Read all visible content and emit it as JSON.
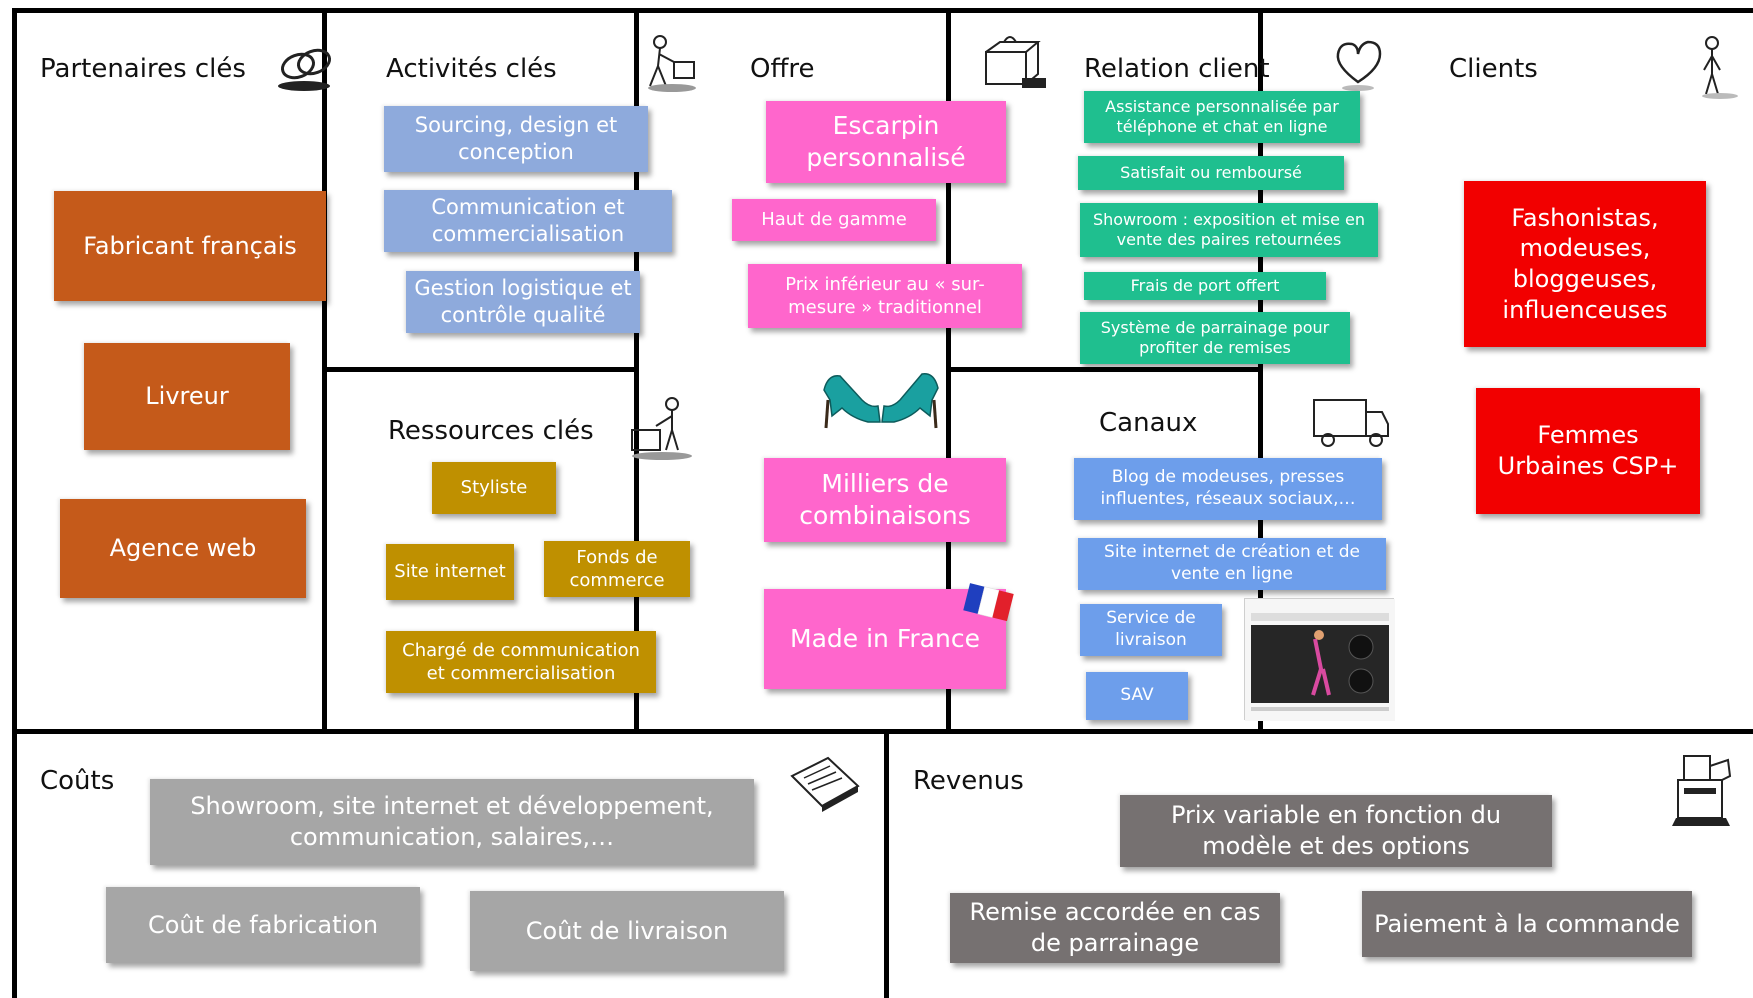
{
  "sections": {
    "partenaires": {
      "title": "Partenaires clés",
      "icon": "linked-rings-icon",
      "items": [
        "Fabricant français",
        "Livreur",
        "Agence web"
      ]
    },
    "activites": {
      "title": "Activités clés",
      "icon": "worker-pushing-icon",
      "items": [
        "Sourcing, design et conception",
        "Communication et commercialisation",
        "Gestion logistique et contrôle qualité"
      ]
    },
    "ressources": {
      "title": "Ressources  clés",
      "icon": "worker-cart-icon",
      "items": [
        "Styliste",
        "Site internet",
        "Fonds de commerce",
        "Chargé de communication et commercialisation"
      ]
    },
    "offre": {
      "title": "Offre",
      "icon": "gift-box-icon",
      "items": [
        "Escarpin personnalisé",
        "Haut de gamme",
        "Prix inférieur au « sur-mesure » traditionnel",
        "Milliers de combinaisons",
        "Made in France"
      ],
      "images": [
        "turquoise-high-heels",
        "french-flag-icon"
      ]
    },
    "relation": {
      "title": "Relation client",
      "icon": "heart-icon",
      "items": [
        "Assistance personnalisée par téléphone et chat en ligne",
        "Satisfait ou remboursé",
        "Showroom : exposition et mise en vente des paires retournées",
        "Frais de port offert",
        "Système de parrainage pour profiter de remises"
      ]
    },
    "canaux": {
      "title": "Canaux",
      "icon": "delivery-truck-icon",
      "items": [
        "Blog de modeuses, presses influentes, réseaux sociaux,…",
        "Site internet de création et de vente en ligne",
        "Service de livraison",
        "SAV"
      ],
      "images": [
        "website-screenshot"
      ]
    },
    "clients": {
      "title": "Clients",
      "icon": "standing-person-icon",
      "items": [
        "Fashonistas, modeuses, bloggeuses, influenceuses",
        "Femmes Urbaines CSP+"
      ]
    },
    "couts": {
      "title": "Coûts",
      "icon": "receipt-stack-icon",
      "items": [
        "Showroom, site internet et développement, communication, salaires,…",
        "Coût de fabrication",
        "Coût de livraison"
      ]
    },
    "revenus": {
      "title": "Revenus",
      "icon": "cash-register-icon",
      "items": [
        "Prix variable en fonction du modèle et des options",
        "Remise accordée en cas de parrainage",
        "Paiement à la commande"
      ]
    }
  },
  "colors": {
    "partenaires": "#c55a1a",
    "activites": "#8eaadc",
    "ressources": "#bf9000",
    "offre": "#ff66cc",
    "relation": "#1fbf8f",
    "canaux": "#6d9eeb",
    "clients": "#f20000",
    "couts": "#a6a6a6",
    "revenus": "#767171"
  }
}
